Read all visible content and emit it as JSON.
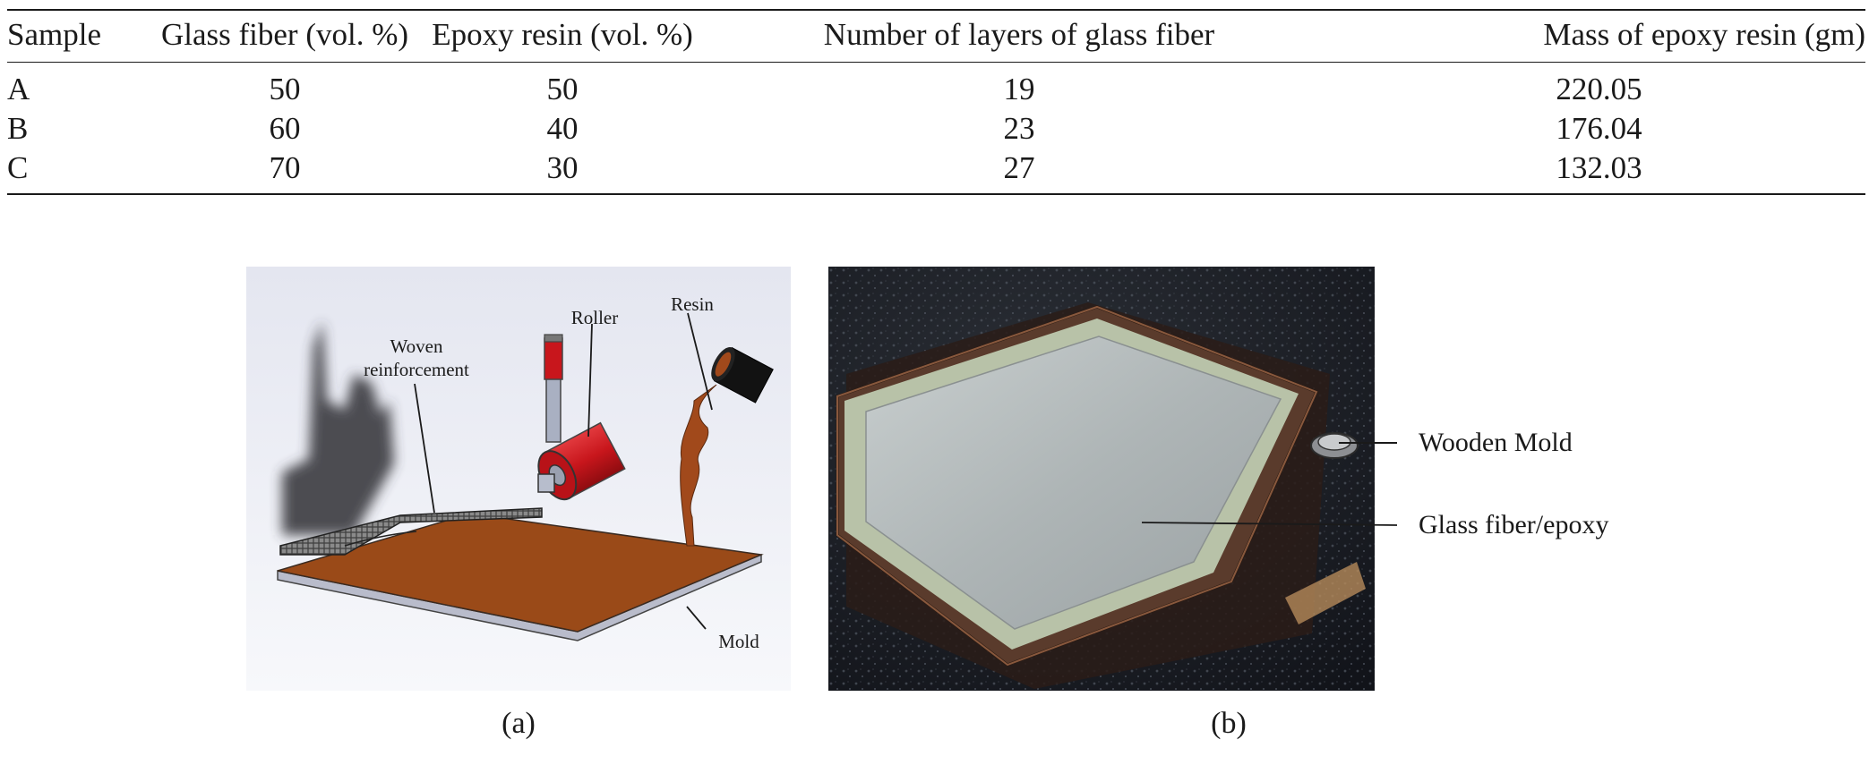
{
  "table": {
    "headers": [
      "Sample",
      "Glass fiber (vol. %)",
      "Epoxy resin (vol. %)",
      "Number of layers of glass fiber",
      "Mass of epoxy resin (gm)"
    ],
    "rows": [
      [
        "A",
        "50",
        "50",
        "19",
        "220.05"
      ],
      [
        "B",
        "60",
        "40",
        "23",
        "176.04"
      ],
      [
        "C",
        "70",
        "30",
        "27",
        "132.03"
      ]
    ]
  },
  "figure_a": {
    "labels": {
      "woven_line1": "Woven",
      "woven_line2": "reinforcement",
      "roller": "Roller",
      "resin": "Resin",
      "mold": "Mold"
    },
    "caption": "(a)",
    "colors": {
      "resin": "#9a4a18",
      "roller": "#c8161c",
      "mold_base": "#b9bccb"
    }
  },
  "figure_b": {
    "labels": {
      "wooden_mold": "Wooden Mold",
      "glass_fiber_epoxy": "Glass fiber/epoxy"
    },
    "caption": "(b)"
  }
}
